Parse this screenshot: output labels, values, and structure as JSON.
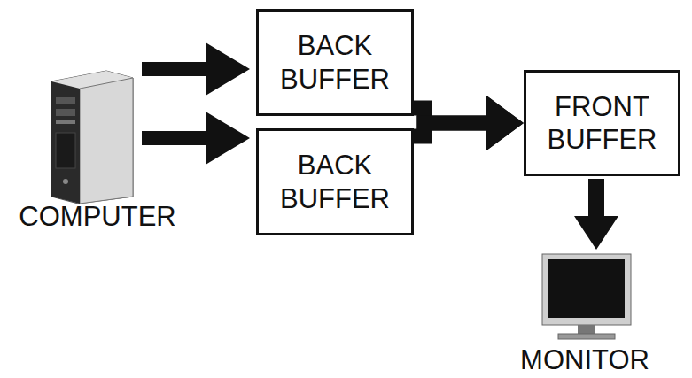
{
  "diagram": {
    "nodes": [
      {
        "text": [
          "BACK BUFFER"
        ]
      },
      {
        "text": [
          "BACK BUFFER"
        ]
      },
      {
        "text": [
          "FRONT BUFFER"
        ]
      }
    ],
    "edges": [
      {
        "from": 0,
        "to": 2,
        "arrow": "to"
      },
      {
        "from": 1,
        "to": 2,
        "arrow": "to"
      }
    ],
    "labels": [
      "COMPUTER",
      "MONITOR"
    ]
  }
}
